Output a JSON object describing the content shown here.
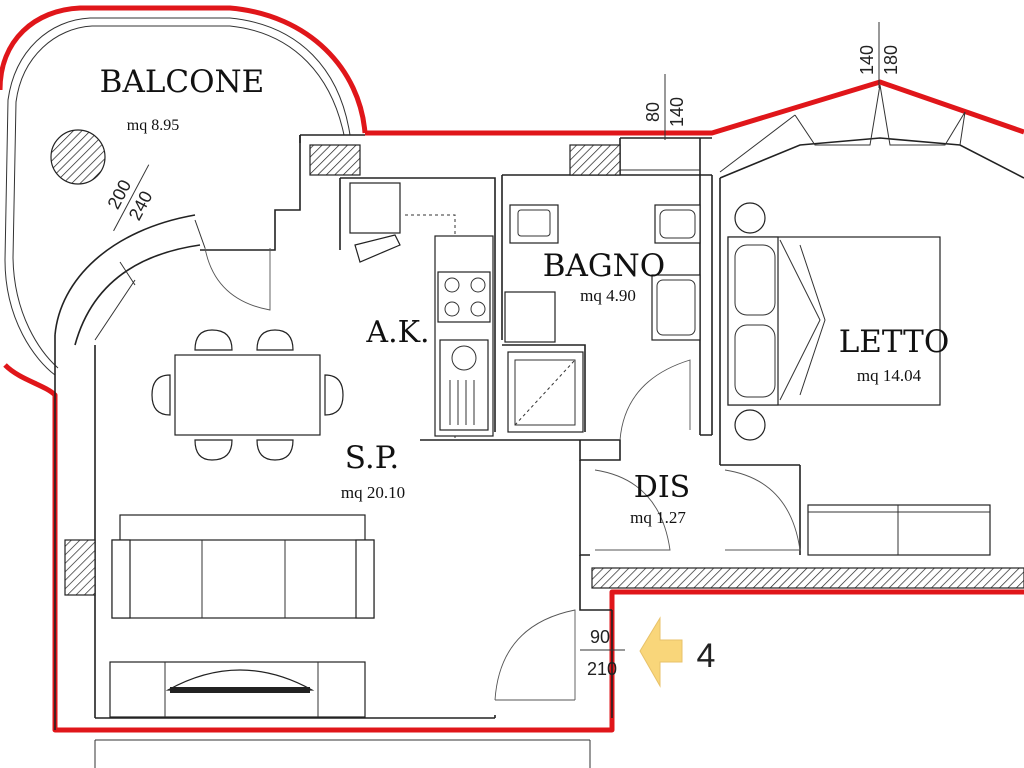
{
  "rooms": {
    "balcone": {
      "name": "BALCONE",
      "area": "mq 8.95"
    },
    "bagno": {
      "name": "BAGNO",
      "area": "mq 4.90"
    },
    "letto": {
      "name": "LETTO",
      "area": "mq 14.04"
    },
    "ak": {
      "name": "A.K."
    },
    "sp": {
      "name": "S.P.",
      "area": "mq 20.10"
    },
    "dis": {
      "name": "DIS",
      "area": "mq 1.27"
    }
  },
  "dimensions": {
    "window_balcony": {
      "top": "200",
      "bottom": "240"
    },
    "window_bath": {
      "left": "80",
      "right": "140"
    },
    "window_bedroom": {
      "left": "140",
      "right": "180"
    },
    "entrance_door": {
      "top": "90",
      "bottom": "210"
    }
  },
  "entrance": {
    "label": "4",
    "arrow_color": "#f9d67a"
  },
  "colors": {
    "perimeter": "#e0161a",
    "walls": "#222222"
  }
}
